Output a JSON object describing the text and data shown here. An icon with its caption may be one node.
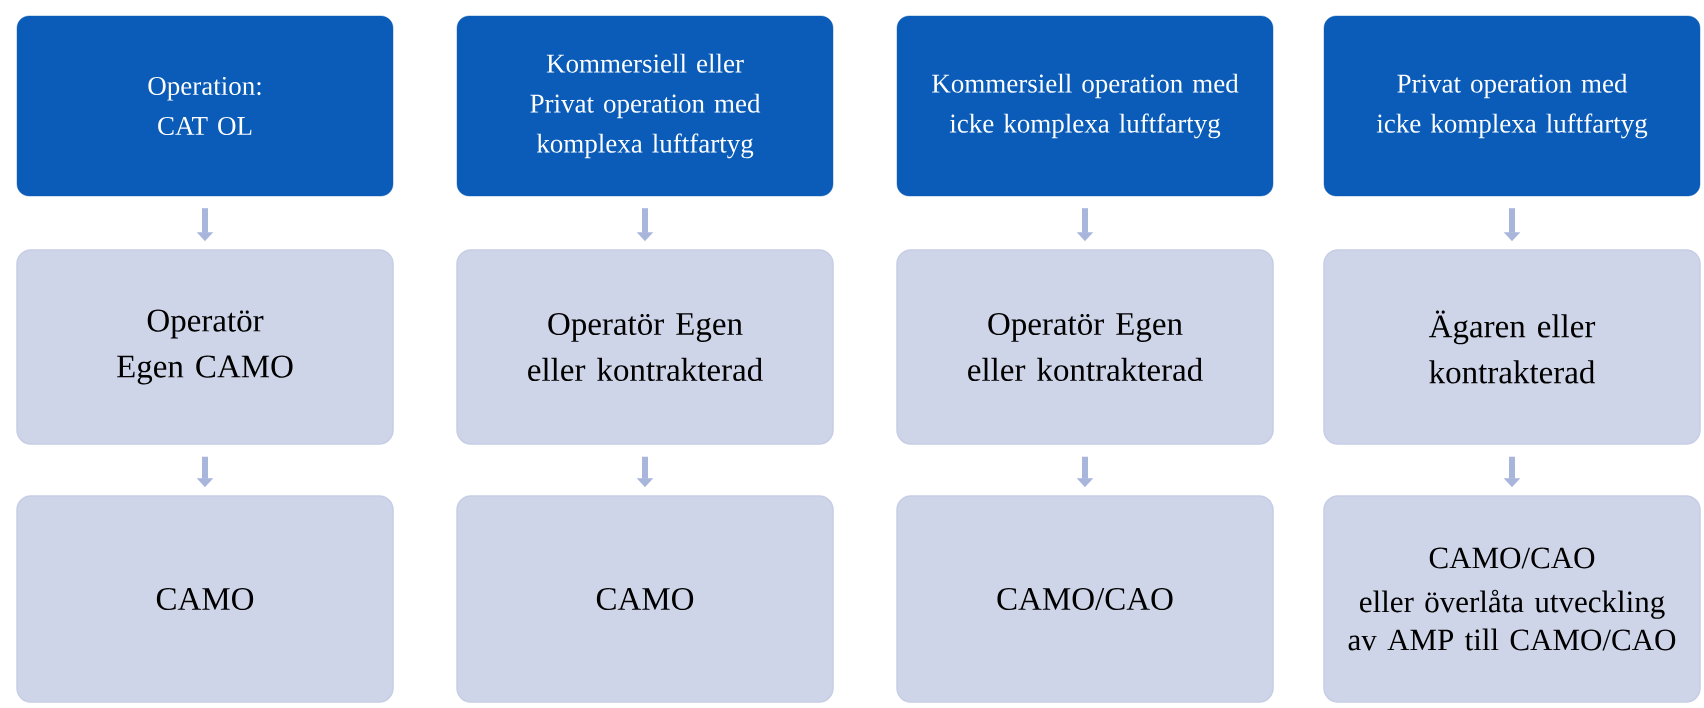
{
  "diagram": {
    "nodes": [
      {
        "text": [
          "Operation: CAT OL"
        ]
      },
      {
        "text": [
          "Kommersiell eller Privat operation med komplexa luftfartyg"
        ]
      },
      {
        "text": [
          "Kommersiell operation med icke komplexa luftfartyg"
        ]
      },
      {
        "text": [
          "Privat operation med icke komplexa luftfartyg"
        ]
      },
      {
        "text": [
          "Operatör Egen CAMO"
        ]
      },
      {
        "text": [
          "Operatör Egen eller kontrakterad"
        ]
      },
      {
        "text": [
          "Operatör Egen eller kontrakterad"
        ]
      },
      {
        "text": [
          "Ägaren eller kontrakterad"
        ]
      },
      {
        "text": [
          "CAMO"
        ]
      },
      {
        "text": [
          "CAMO"
        ]
      },
      {
        "text": [
          "CAMO/CAO"
        ]
      },
      {
        "text": [
          "CAMO/CAO",
          "eller överlåta utveckling av AMP till CAMO/CAO"
        ]
      }
    ],
    "edges": [
      {
        "from": 0,
        "to": 4,
        "arrow": "to"
      },
      {
        "from": 1,
        "to": 5,
        "arrow": "to"
      },
      {
        "from": 2,
        "to": 6,
        "arrow": "to"
      },
      {
        "from": 3,
        "to": 7,
        "arrow": "to"
      },
      {
        "from": 4,
        "to": 8,
        "arrow": "to"
      },
      {
        "from": 5,
        "to": 9,
        "arrow": "to"
      },
      {
        "from": 6,
        "to": 10,
        "arrow": "to"
      },
      {
        "from": 7,
        "to": 11,
        "arrow": "to"
      }
    ]
  }
}
